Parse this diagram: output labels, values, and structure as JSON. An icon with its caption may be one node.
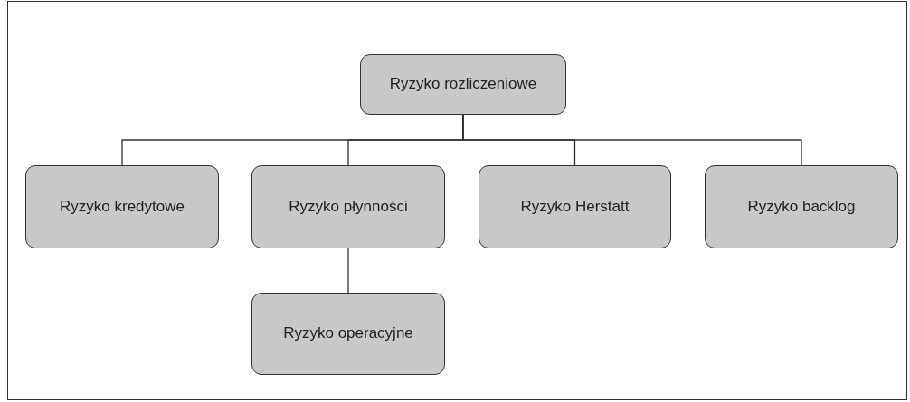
{
  "diagram": {
    "nodes": [
      {
        "text": [
          "Ryzyko rozliczeniowe"
        ]
      },
      {
        "text": [
          "Ryzyko kredytowe"
        ]
      },
      {
        "text": [
          "Ryzyko płynności"
        ]
      },
      {
        "text": [
          "Ryzyko Herstatt"
        ]
      },
      {
        "text": [
          "Ryzyko backlog"
        ]
      },
      {
        "text": [
          "Ryzyko operacyjne"
        ]
      }
    ],
    "edges": [
      {
        "from": 0,
        "to": 1,
        "arrow": "none"
      },
      {
        "from": 0,
        "to": 2,
        "arrow": "none"
      },
      {
        "from": 0,
        "to": 3,
        "arrow": "none"
      },
      {
        "from": 0,
        "to": 4,
        "arrow": "none"
      },
      {
        "from": 2,
        "to": 5,
        "arrow": "none"
      }
    ]
  }
}
